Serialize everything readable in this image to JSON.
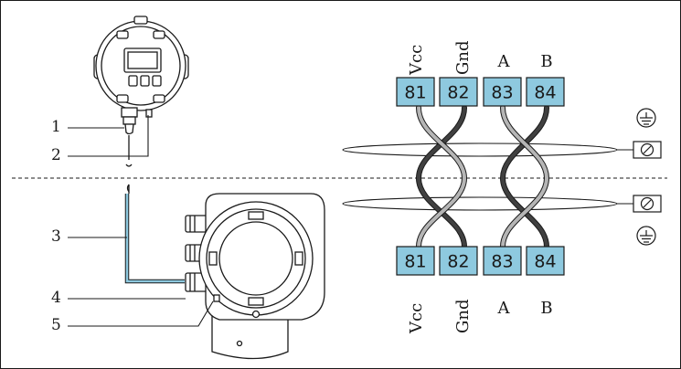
{
  "callouts": [
    "1",
    "2",
    "3",
    "4",
    "5"
  ],
  "top_terminals": {
    "labels": [
      "Vcc",
      "Gnd",
      "A",
      "B"
    ],
    "numbers": [
      "81",
      "82",
      "83",
      "84"
    ]
  },
  "bottom_terminals": {
    "labels": [
      "Vcc",
      "Gnd",
      "A",
      "B"
    ],
    "numbers": [
      "81",
      "82",
      "83",
      "84"
    ]
  },
  "colors": {
    "terminal_fill": "#8ec9df",
    "line": "#1a1a1a",
    "wire_dark": "#404040",
    "wire_light": "#b5b5b5",
    "cable_blue": "#8ec9df"
  },
  "icons": [
    "ground-icon",
    "shield-clamp-icon"
  ]
}
